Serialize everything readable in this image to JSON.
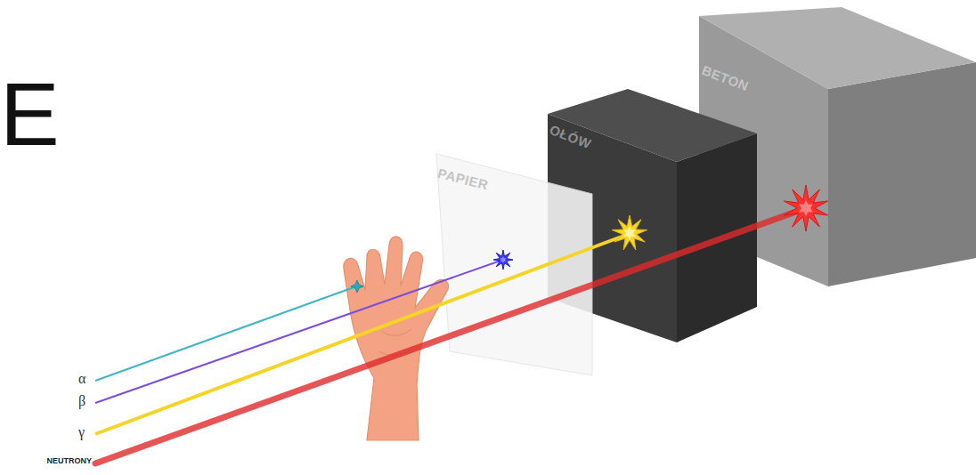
{
  "diagram": {
    "nodes": [
      {
        "text": [
          "PAPIER"
        ]
      },
      {
        "text": [
          "OŁÓW"
        ]
      },
      {
        "text": [
          "BETON"
        ]
      }
    ],
    "labels": [
      "E",
      "α",
      "β",
      "γ",
      "NEUTRONY"
    ]
  }
}
